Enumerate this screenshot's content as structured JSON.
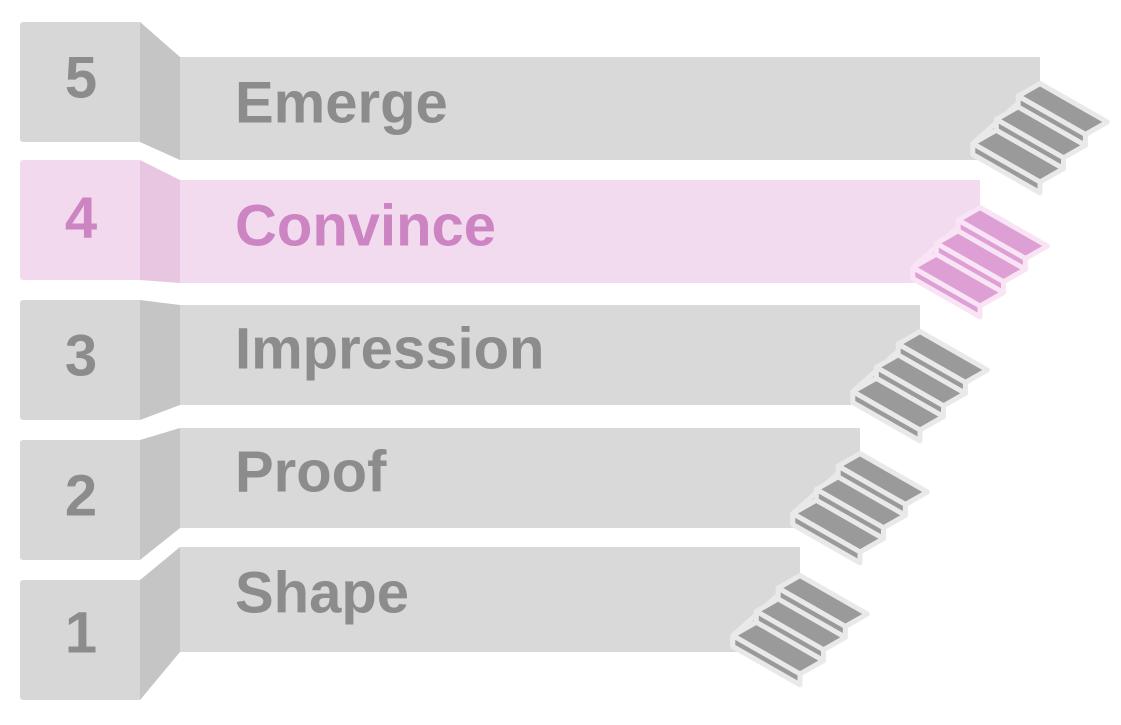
{
  "colors": {
    "neutral": {
      "box": "#d7d7d7",
      "fold": "#c5c5c5",
      "bar": "#d9d9d9",
      "text": "#8c8c8c",
      "icon_top": "#9a9a9a",
      "icon_side": "#7e7e7e",
      "icon_line": "#e9e9e9"
    },
    "highlight": {
      "box": "#f2d9ee",
      "fold": "#e8c6e2",
      "bar": "#f2dbef",
      "text": "#cc84c2",
      "icon_top": "#de9fd4",
      "icon_side": "#c77fbd",
      "icon_line": "#f8e4f4"
    }
  },
  "steps": [
    {
      "number": "5",
      "label": "Emerge",
      "highlighted": false,
      "icon": "stairs-icon"
    },
    {
      "number": "4",
      "label": "Convince",
      "highlighted": true,
      "icon": "stairs-icon"
    },
    {
      "number": "3",
      "label": "Impression",
      "highlighted": false,
      "icon": "stairs-icon"
    },
    {
      "number": "2",
      "label": "Proof",
      "highlighted": false,
      "icon": "stairs-icon"
    },
    {
      "number": "1",
      "label": "Shape",
      "highlighted": false,
      "icon": "stairs-icon"
    }
  ]
}
